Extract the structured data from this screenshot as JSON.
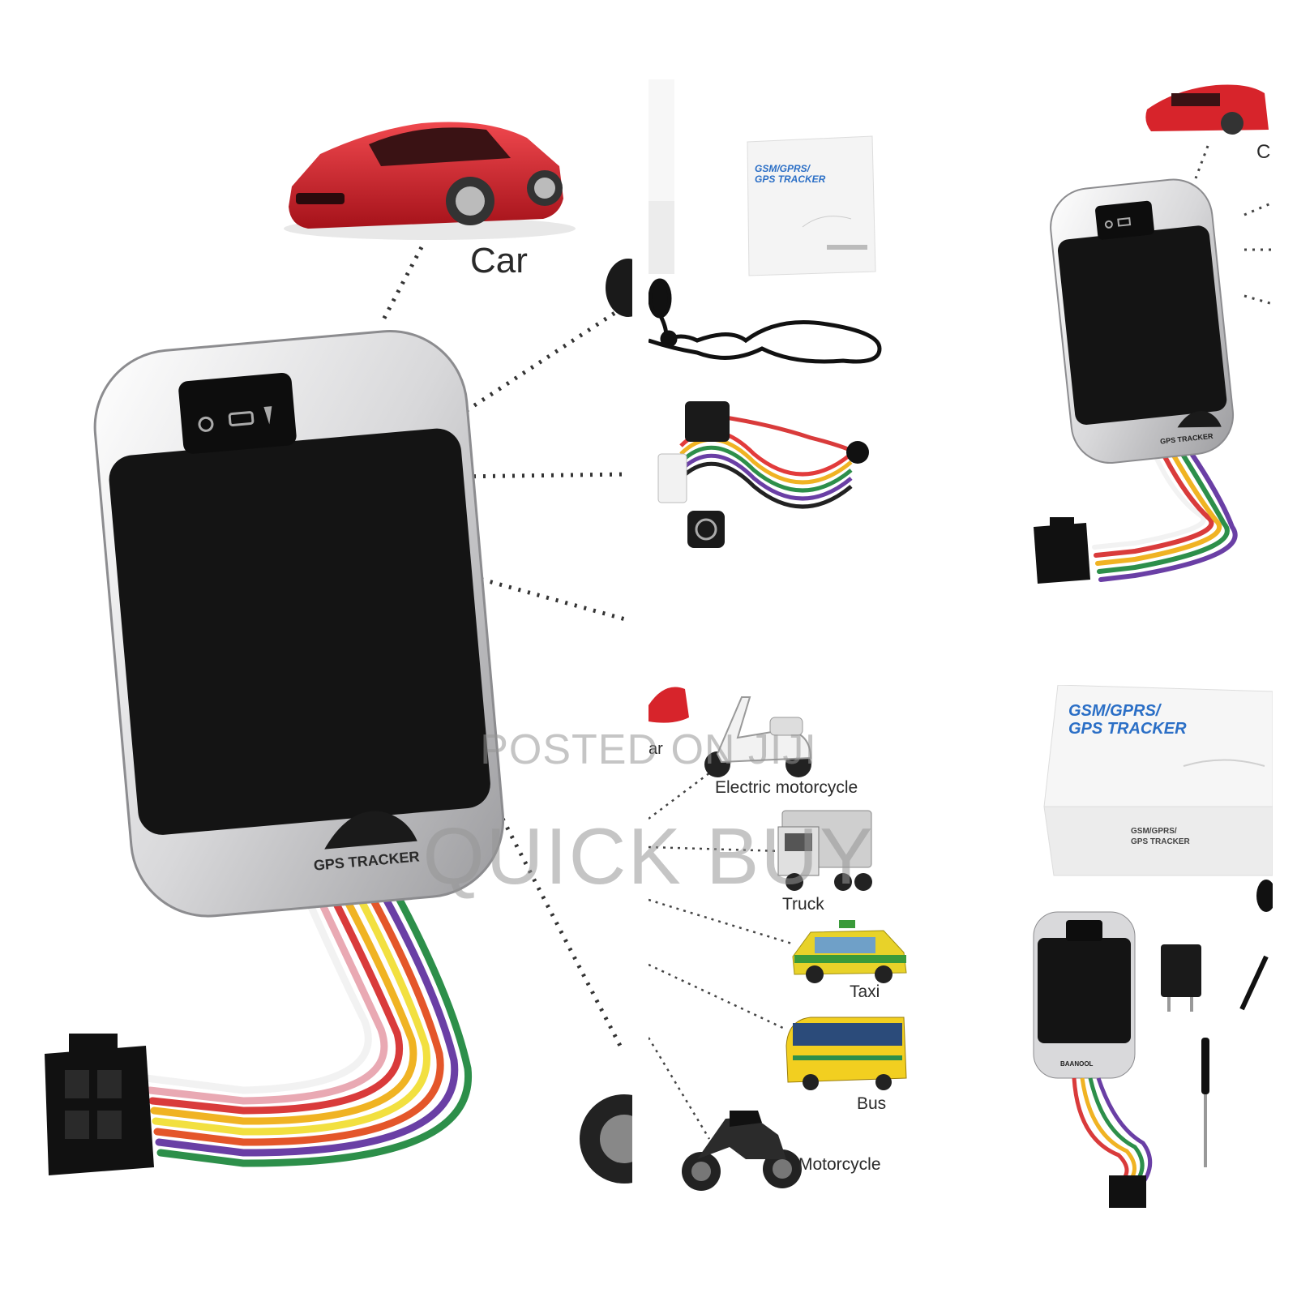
{
  "left_panel": {
    "car_label": "Car",
    "device_logo": "GPS TRACKER"
  },
  "middle_top": {
    "manual_title_line1": "GSM/GPRS/",
    "manual_title_line2": "GPS TRACKER"
  },
  "middle_bottom": {
    "vehicles": [
      {
        "label": "Electric motorcycle",
        "icon": "electric-scooter-icon"
      },
      {
        "label": "Truck",
        "icon": "truck-icon"
      },
      {
        "label": "Taxi",
        "icon": "taxi-icon"
      },
      {
        "label": "Bus",
        "icon": "bus-icon"
      },
      {
        "label": "Motorcycle",
        "icon": "motorcycle-icon"
      }
    ],
    "partial_label": "ar"
  },
  "right_top": {
    "device_logo": "GPS TRACKER",
    "partial_label": "C"
  },
  "right_bottom": {
    "box_title_line1": "GSM/GPRS/",
    "box_title_line2": "GPS TRACKER",
    "box_side_line1": "GSM/GPRS/",
    "box_side_line2": "GPS TRACKER",
    "device_logo": "BAANOOL"
  },
  "watermark": {
    "line1": "POSTED ON JIJI",
    "line2": "QUICK BUY"
  },
  "colors": {
    "car_red": "#d7242b",
    "device_black": "#141414",
    "device_silver": "#d9d9db",
    "manual_blue": "#2b6fc6"
  }
}
